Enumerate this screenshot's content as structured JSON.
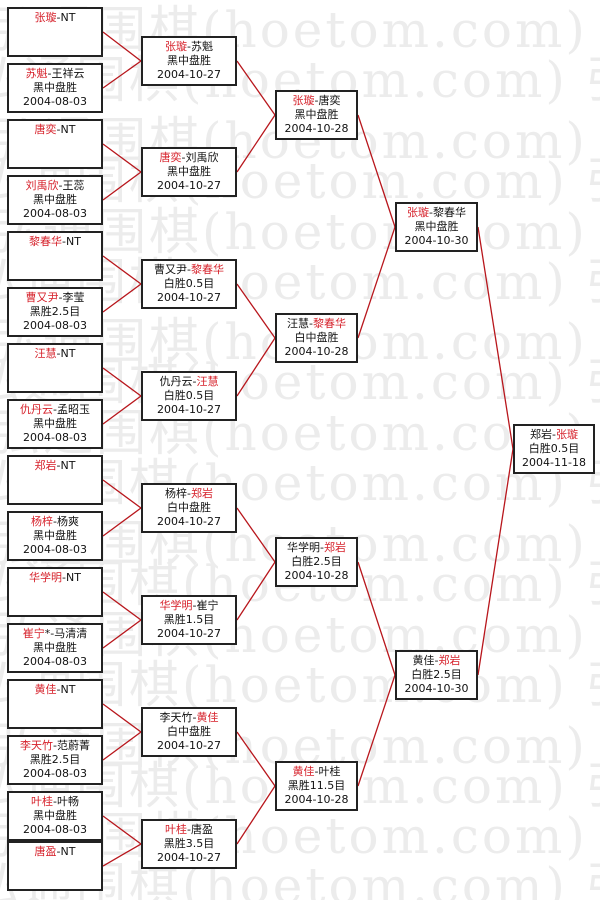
{
  "watermark": "弘通围棋(hoetom.com) 弘通",
  "colors": {
    "line": "#b8161c",
    "name_highlight": "#d6202a"
  },
  "round1": [
    {
      "winner": "张璇",
      "sep": "-",
      "loser": "NT",
      "winner_first": true,
      "result": "",
      "date": ""
    },
    {
      "winner": "苏魁",
      "sep": "-",
      "loser": "王祥云",
      "winner_first": true,
      "result": "黑中盘胜",
      "date": "2004-08-03"
    },
    {
      "winner": "唐奕",
      "sep": "-",
      "loser": "NT",
      "winner_first": true,
      "result": "",
      "date": ""
    },
    {
      "winner": "刘禹欣",
      "sep": "-",
      "loser": "王蕊",
      "winner_first": true,
      "result": "黑中盘胜",
      "date": "2004-08-03"
    },
    {
      "winner": "黎春华",
      "sep": "-",
      "loser": "NT",
      "winner_first": true,
      "result": "",
      "date": ""
    },
    {
      "winner": "曹又尹",
      "sep": "-",
      "loser": "李莹",
      "winner_first": true,
      "result": "黑胜2.5目",
      "date": "2004-08-03"
    },
    {
      "winner": "汪慧",
      "sep": "-",
      "loser": "NT",
      "winner_first": true,
      "result": "",
      "date": ""
    },
    {
      "winner": "仇丹云",
      "sep": "-",
      "loser": "孟昭玉",
      "winner_first": true,
      "result": "黑中盘胜",
      "date": "2004-08-03"
    },
    {
      "winner": "郑岩",
      "sep": "-",
      "loser": "NT",
      "winner_first": true,
      "result": "",
      "date": ""
    },
    {
      "winner": "杨梓",
      "sep": "-",
      "loser": "杨爽",
      "winner_first": true,
      "result": "黑中盘胜",
      "date": "2004-08-03"
    },
    {
      "winner": "华学明",
      "sep": "-",
      "loser": "NT",
      "winner_first": true,
      "result": "",
      "date": ""
    },
    {
      "winner": "崔宁",
      "sep": "*-",
      "loser": "马清清",
      "winner_first": true,
      "result": "黑中盘胜",
      "date": "2004-08-03"
    },
    {
      "winner": "黄佳",
      "sep": "-",
      "loser": "NT",
      "winner_first": true,
      "result": "",
      "date": ""
    },
    {
      "winner": "李天竹",
      "sep": "-",
      "loser": "范蔚菁",
      "winner_first": true,
      "result": "黑胜2.5目",
      "date": "2004-08-03"
    },
    {
      "winner": "叶桂",
      "sep": "-",
      "loser": "叶畅",
      "winner_first": true,
      "result": "黑中盘胜",
      "date": "2004-08-03"
    },
    {
      "winner": "唐盈",
      "sep": "-",
      "loser": "NT",
      "winner_first": true,
      "result": "",
      "date": ""
    }
  ],
  "round2": [
    {
      "winner": "张璇",
      "sep": "-",
      "loser": "苏魁",
      "winner_first": true,
      "result": "黑中盘胜",
      "date": "2004-10-27"
    },
    {
      "winner": "唐奕",
      "sep": "-",
      "loser": "刘禹欣",
      "winner_first": true,
      "result": "黑中盘胜",
      "date": "2004-10-27"
    },
    {
      "winner": "黎春华",
      "sep": "-",
      "loser": "曹又尹",
      "winner_first": false,
      "result": "白胜0.5目",
      "date": "2004-10-27"
    },
    {
      "winner": "汪慧",
      "sep": "-",
      "loser": "仇丹云",
      "winner_first": false,
      "result": "白胜0.5目",
      "date": "2004-10-27"
    },
    {
      "winner": "郑岩",
      "sep": "-",
      "loser": "杨梓",
      "winner_first": false,
      "result": "白中盘胜",
      "date": "2004-10-27"
    },
    {
      "winner": "华学明",
      "sep": "-",
      "loser": "崔宁",
      "winner_first": true,
      "result": "黑胜1.5目",
      "date": "2004-10-27"
    },
    {
      "winner": "黄佳",
      "sep": "-",
      "loser": "李天竹",
      "winner_first": false,
      "result": "白中盘胜",
      "date": "2004-10-27"
    },
    {
      "winner": "叶桂",
      "sep": "-",
      "loser": "唐盈",
      "winner_first": true,
      "result": "黑胜3.5目",
      "date": "2004-10-27"
    }
  ],
  "round3": [
    {
      "winner": "张璇",
      "sep": "-",
      "loser": "唐奕",
      "winner_first": true,
      "result": "黑中盘胜",
      "date": "2004-10-28"
    },
    {
      "winner": "黎春华",
      "sep": "-",
      "loser": "汪慧",
      "winner_first": false,
      "result": "白中盘胜",
      "date": "2004-10-28"
    },
    {
      "winner": "郑岩",
      "sep": "-",
      "loser": "华学明",
      "winner_first": false,
      "result": "白胜2.5目",
      "date": "2004-10-28"
    },
    {
      "winner": "黄佳",
      "sep": "-",
      "loser": "叶桂",
      "winner_first": true,
      "result": "黑胜11.5目",
      "date": "2004-10-28"
    }
  ],
  "round4": [
    {
      "winner": "张璇",
      "sep": "-",
      "loser": "黎春华",
      "winner_first": true,
      "result": "黑中盘胜",
      "date": "2004-10-30"
    },
    {
      "winner": "郑岩",
      "sep": "-",
      "loser": "黄佳",
      "winner_first": false,
      "result": "白胜2.5目",
      "date": "2004-10-30"
    }
  ],
  "final": [
    {
      "winner": "张璇",
      "sep": "-",
      "loser": "郑岩",
      "winner_first": false,
      "result": "白胜0.5目",
      "date": "2004-11-18"
    }
  ]
}
